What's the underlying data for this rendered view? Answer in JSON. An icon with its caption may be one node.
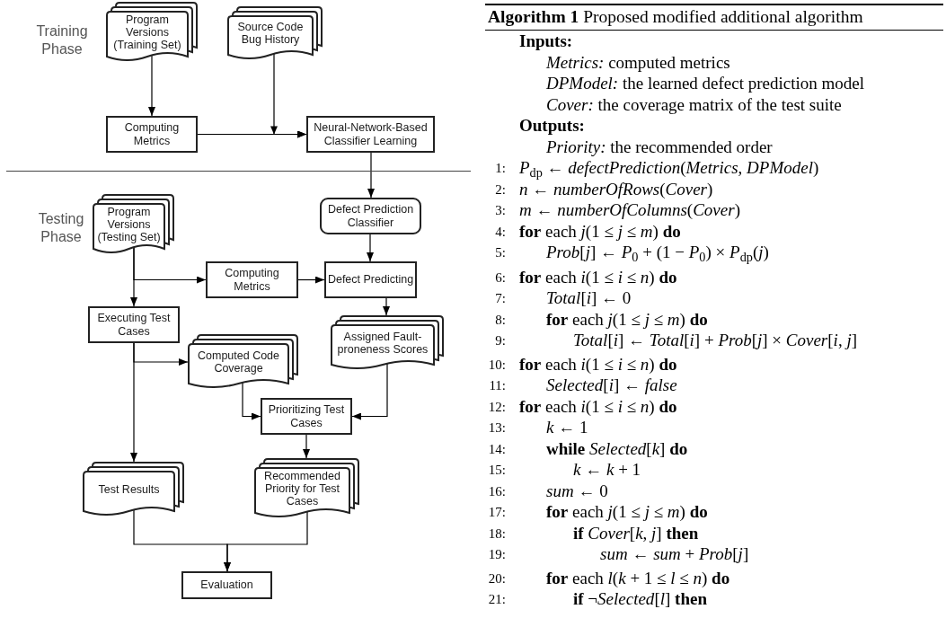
{
  "diagram": {
    "nodes": [
      {
        "text": [
          "Program Versions (Training Set)"
        ]
      },
      {
        "text": [
          "Source Code Bug History"
        ]
      },
      {
        "text": [
          "Computing Metrics"
        ]
      },
      {
        "text": [
          "Neural-Network-Based Classifier Learning"
        ]
      },
      {
        "text": [
          "Defect Prediction Classifier"
        ]
      },
      {
        "text": [
          "Program Versions (Testing Set)"
        ]
      },
      {
        "text": [
          "Computing Metrics"
        ]
      },
      {
        "text": [
          "Defect Predicting"
        ]
      },
      {
        "text": [
          "Executing Test Cases"
        ]
      },
      {
        "text": [
          "Assigned Fault-proneness Scores"
        ]
      },
      {
        "text": [
          "Computed Code Coverage"
        ]
      },
      {
        "text": [
          "Prioritizing Test Cases"
        ]
      },
      {
        "text": [
          "Test Results"
        ]
      },
      {
        "text": [
          "Recommended Priority for Test Cases"
        ]
      },
      {
        "text": [
          "Evaluation"
        ]
      }
    ],
    "edges": [
      {
        "from": 0,
        "to": 2,
        "arrow": "to"
      },
      {
        "from": 1,
        "to": 3,
        "arrow": "to"
      },
      {
        "from": 2,
        "to": 3,
        "arrow": "to"
      },
      {
        "from": 3,
        "to": 4,
        "arrow": "to"
      },
      {
        "from": 4,
        "to": 7,
        "arrow": "to"
      },
      {
        "from": 5,
        "to": 6,
        "arrow": "to"
      },
      {
        "from": 5,
        "to": 8,
        "arrow": "to"
      },
      {
        "from": 6,
        "to": 7,
        "arrow": "to"
      },
      {
        "from": 7,
        "to": 9,
        "arrow": "to"
      },
      {
        "from": 8,
        "to": 12,
        "arrow": "to"
      },
      {
        "from": 8,
        "to": 10,
        "arrow": "to"
      },
      {
        "from": 10,
        "to": 11,
        "arrow": "to"
      },
      {
        "from": 9,
        "to": 11,
        "arrow": "to"
      },
      {
        "from": 11,
        "to": 13,
        "arrow": "to"
      },
      {
        "from": 12,
        "to": 14,
        "arrow": "to"
      },
      {
        "from": 13,
        "to": 14,
        "arrow": "to"
      }
    ],
    "labels": [
      "Training Phase",
      "Testing Phase",
      "**Algorithm 1** Proposed modified additional algorithm",
      "Inputs:",
      "*Metrics:* computed metrics",
      "*DPModel:* the learned defect prediction model",
      "*Cover:* the coverage matrix of the test suite",
      "Outputs:",
      "*Priority:* the recommended order",
      "1:",
      "*P*$_{dp}$ ← *defectPrediction*(*Metrics*, *DPModel*)",
      "2:",
      "*n* ← *numberOfRows*(*Cover*)",
      "3:",
      "*m* ← *numberOfColumns*(*Cover*)",
      "4:",
      "**for** each *j*(1 ≤ *j* ≤ *m*) **do**",
      "5:",
      "*Prob*[*j*] ← *P*$_{0}$ + (1 − *P*$_{0}$) × *P*$_{dp}$(*j*)",
      "6:",
      "**for** each *i*(1 ≤ *i* ≤ *n*) **do**",
      "7:",
      "*Total*[*i*] ← 0",
      "8:",
      "**for** each *j*(1 ≤ *j* ≤ *m*) **do**",
      "9:",
      "*Total*[*i*] ← *Total*[*i*] + *Prob*[*j*] × *Cover*[*i*, *j*]",
      "10:",
      "**for** each *i*(1 ≤ *i* ≤ *n*) **do**",
      "11:",
      "*Selected*[*i*] ← *false*",
      "12:",
      "**for** each *i*(1 ≤ *i* ≤ *n*) **do**",
      "13:",
      "*k* ← 1",
      "14:",
      "**while** *Selected*[*k*] **do**",
      "15:",
      "*k* ← *k* + 1",
      "16:",
      "*sum* ← 0",
      "17:",
      "**for** each *j*(1 ≤ *j* ≤ *m*) **do**",
      "18:",
      "**if** *Cover*[*k*, *j*] **then**",
      "19:",
      "*sum* ← *sum* + *Prob*[*j*]",
      "20:",
      "**for** each *l*(*k* + 1 ≤ *l* ≤ *n*) **do**",
      "21:",
      "**if** ¬*Selected*[*l*] **then**"
    ]
  }
}
